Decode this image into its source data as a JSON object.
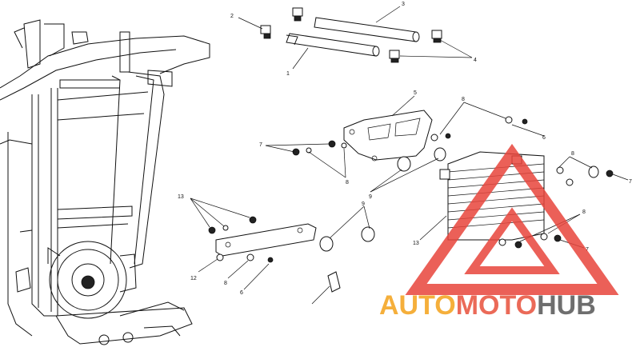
{
  "callouts": {
    "c1": "1",
    "c2": "2",
    "c3": "3",
    "c4": "4",
    "c5": "5",
    "c6a": "6",
    "c6b": "6",
    "c7a": "7",
    "c7b": "7",
    "c7c": "7",
    "c8a": "8",
    "c8b": "8",
    "c8c": "8",
    "c8d": "8",
    "c8e": "8",
    "c9a": "9",
    "c9b": "9",
    "c12": "12",
    "c13a": "13",
    "c13b": "13"
  },
  "watermark": {
    "part1": "AUTO",
    "part2": "MOTO",
    "part3": "HUB",
    "color_auto": "#f4a21a",
    "color_moto": "#e8513c",
    "color_hub": "#555555",
    "triangle_color": "#e8453c"
  }
}
